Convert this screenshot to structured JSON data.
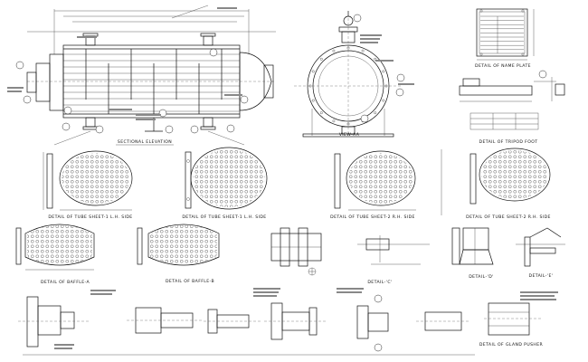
{
  "drawing": {
    "views": {
      "sectional_elevation": "SECTIONAL ELEVATION",
      "view_aa": "VIEW-AA",
      "name_plate": "DETAIL OF NAME PLATE",
      "tripod_foot": "DETAIL OF TRIPOD FOOT",
      "tube_sheet_1_lh": "DETAIL OF TUBE SHEET-1 L.H. SIDE",
      "tube_sheet_1_lhs": "DETAIL OF TUBE SHEET-1 L.H. SIDE",
      "tube_sheet_2_rh": "DETAIL OF TUBE SHEET-2 R.H. SIDE",
      "tube_sheet_2_rhs": "DETAIL OF TUBE SHEET-2 R.H. SIDE",
      "baffle_a": "DETAIL OF BAFFLE-A",
      "baffle_b": "DETAIL OF BAFFLE-B",
      "detail_c": "DETAIL-'C'",
      "detail_d": "DETAIL-'D'",
      "detail_e": "DETAIL-'E'",
      "gland_pusher": "DETAIL OF GLAND PUSHER"
    }
  }
}
